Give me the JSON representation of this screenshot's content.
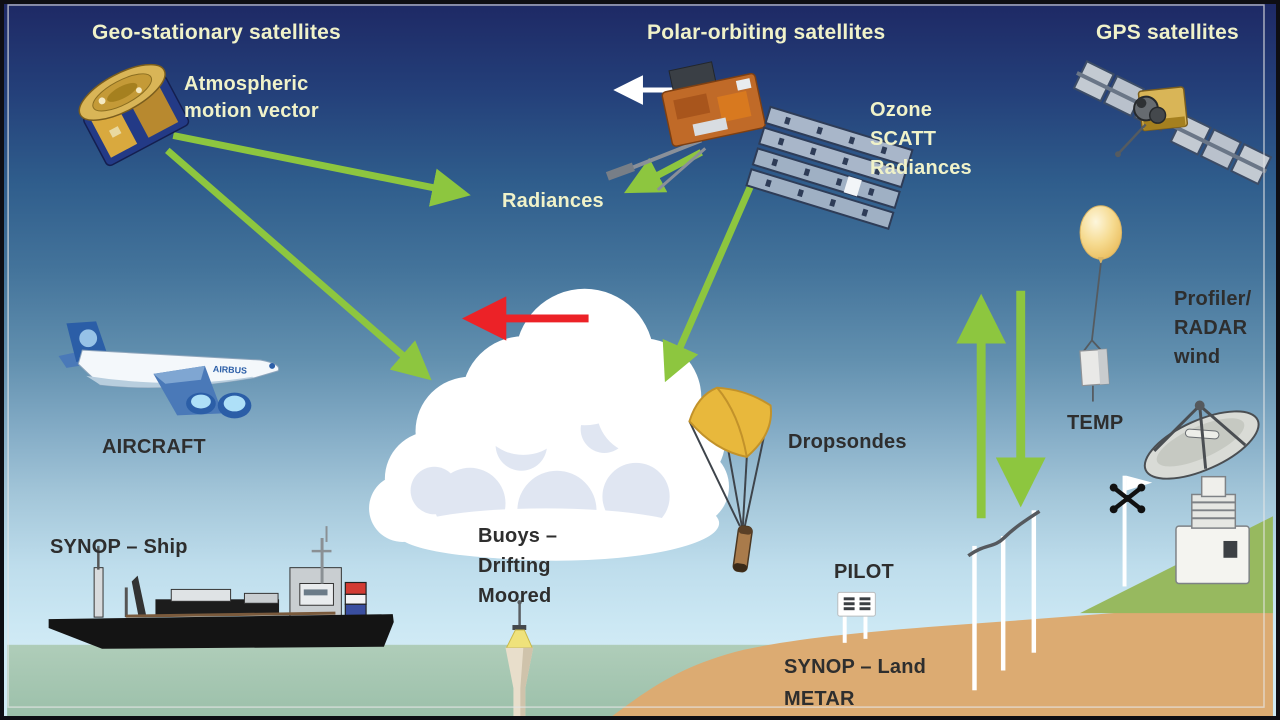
{
  "labels": {
    "geo_title": "Geo-stationary satellites",
    "amv": "Atmospheric\nmotion vector",
    "polar_title": "Polar-orbiting satellites",
    "ozone": "Ozone\nSCATT\nRadiances",
    "gps_title": "GPS satellites",
    "radiances": "Radiances",
    "profiler": "Profiler/\nRADAR\nwind",
    "temp": "TEMP",
    "dropsondes": "Dropsondes",
    "aircraft": "AIRCRAFT",
    "synop_ship": "SYNOP – Ship",
    "buoys": "Buoys –\nDrifting\nMoored",
    "pilot": "PILOT",
    "synop_land": "SYNOP – Land\nMETAR",
    "airbus": "AIRBUS"
  },
  "colors": {
    "label_light": "#F0F2C9",
    "label_dark": "#2E2E2E",
    "arrow_green": "#8DC63F",
    "arrow_red": "#EC2227",
    "arrow_white": "#FFFFFF",
    "sky_top": "#1E2965",
    "sky_horizon": "#D0EAF5",
    "sea": "#A7C7B2",
    "sand": "#DCAB72",
    "grass": "#97B95F"
  },
  "icons": [
    "geostationary-satellite-icon",
    "polar-orbiting-satellite-icon",
    "gps-satellite-icon",
    "satellite-motion-white-arrow-icon",
    "wind-red-arrow-icon",
    "observation-green-arrow-icon",
    "cumulus-cloud-icon",
    "dropsonde-parachute-icon",
    "aircraft-icon",
    "cargo-ship-icon",
    "buoy-icon",
    "weather-balloon-icon",
    "radiosonde-box-icon",
    "wind-mast-icon",
    "anemometer-flag-icon",
    "radar-dish-icon",
    "instrument-shelter-icon"
  ]
}
